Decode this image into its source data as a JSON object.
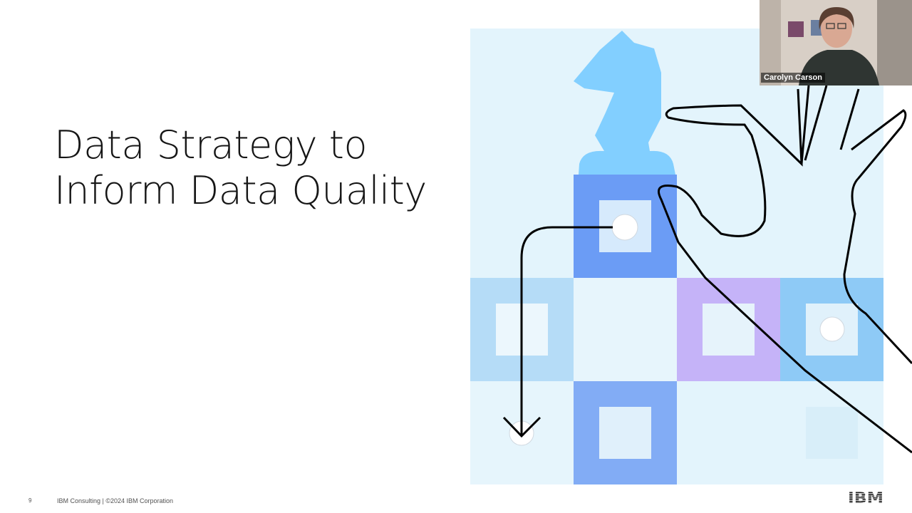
{
  "slide": {
    "title_line1": "Data Strategy to",
    "title_line2": "Inform Data Quality",
    "page_number": "9",
    "footer_text": "IBM Consulting  |  ©2024 IBM Corporation",
    "logo_text": "IBM"
  },
  "video": {
    "participant_name": "Carolyn Carson"
  },
  "colors": {
    "title": "#161616",
    "board_light": "#e5f6ff",
    "board_blue": "#78a9ff",
    "board_sky": "#82cfff",
    "board_purple": "#be95ff",
    "knight": "#82cfff"
  }
}
